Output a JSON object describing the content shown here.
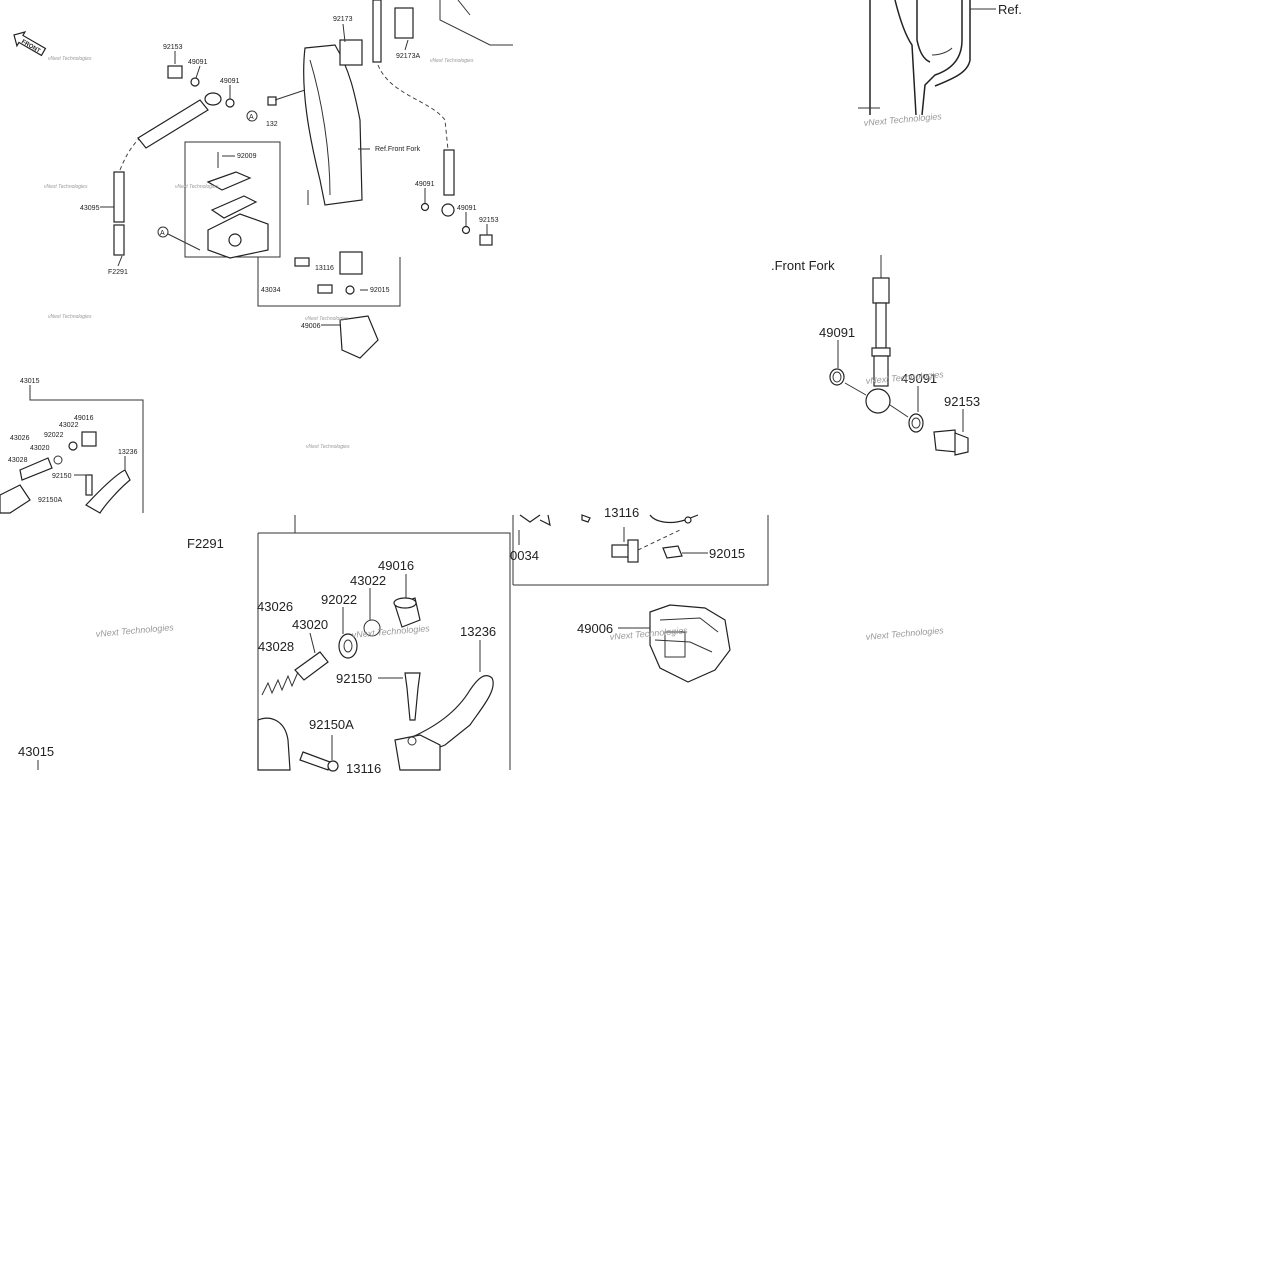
{
  "overview": {
    "front_label": "FRONT",
    "callouts": {
      "c92153_top": "92153",
      "c49091_a": "49091",
      "c49091_b": "49091",
      "c92173": "92173",
      "c92173A": "92173A",
      "c132": "132",
      "c92009": "92009",
      "c43095": "43095",
      "cF2291": "F2291",
      "c13116": "13116",
      "c43034": "43034",
      "c92015": "92015",
      "c49006": "49006",
      "c49091_c": "49091",
      "c49091_d": "49091",
      "c92153_b": "92153",
      "ref_front_fork": "Ref.Front Fork",
      "circle_a1": "A",
      "circle_a2": "A",
      "c43015": "43015",
      "c49016": "49016",
      "c43022": "43022",
      "c43026": "43026",
      "c92022": "92022",
      "c43020": "43020",
      "c43028": "43028",
      "c13236": "13236",
      "c92150": "92150",
      "c92150A": "92150A"
    }
  },
  "zoom_top_right": {
    "ref": "Ref."
  },
  "zoom_hose": {
    "front_fork": ".Front Fork",
    "c49091_a": "49091",
    "c49091_b": "49091",
    "c92153": "92153"
  },
  "zoom_lever": {
    "cF2291": "F2291",
    "c43015": "43015",
    "c49016": "49016",
    "c43022": "43022",
    "c43026": "43026",
    "c92022": "92022",
    "c43020": "43020",
    "c43028": "43028",
    "c13236": "13236",
    "c92150": "92150",
    "c92150A": "92150A",
    "c13116": "13116"
  },
  "zoom_mid": {
    "c0034": "0034",
    "c13116": "13116",
    "c92015": "92015",
    "c49006": "49006"
  },
  "watermark": "vNext Technologies"
}
